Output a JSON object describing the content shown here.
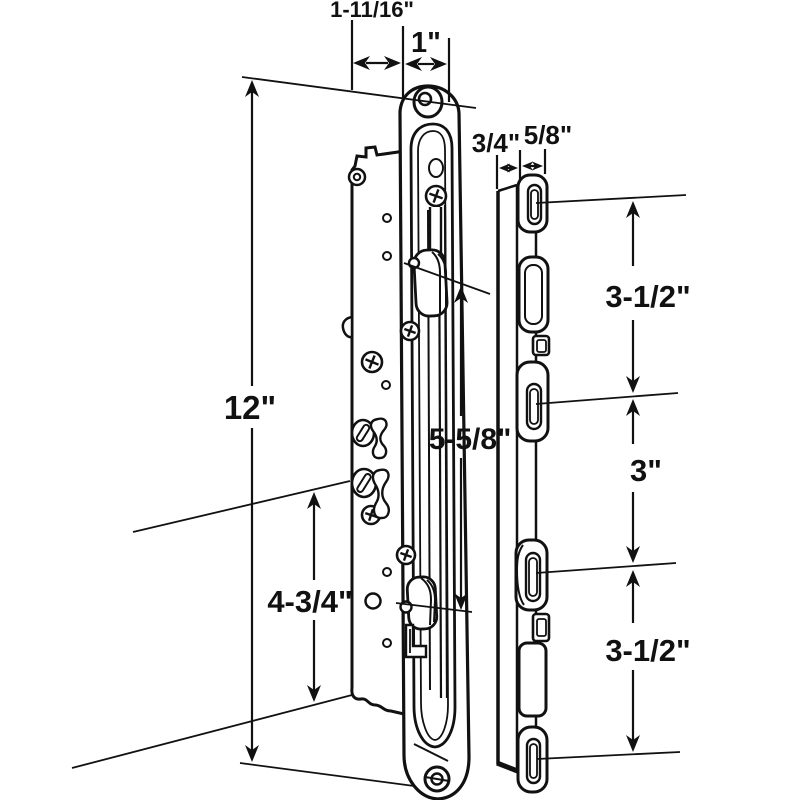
{
  "drawing": {
    "background_color": "#ffffff",
    "line_color": "#111111",
    "dimensions": {
      "flange_width": "1-11/16\"",
      "faceplate_width": "1\"",
      "keeper_side_depth": "3/4\"",
      "keeper_face_width": "5/8\"",
      "faceplate_length": "12\"",
      "hook_spacing": "5-5/8\"",
      "lower_section": "4-3/4\"",
      "keeper_spacing_top": "3-1/2\"",
      "keeper_spacing_middle": "3\"",
      "keeper_spacing_bottom": "3-1/2\""
    }
  }
}
